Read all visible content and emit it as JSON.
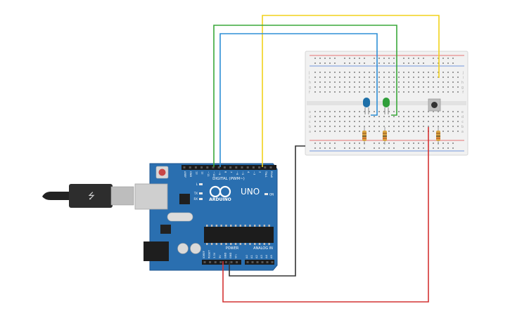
{
  "board": {
    "logo_text": "ARDUINO",
    "model": "UNO",
    "digital_header_label": "DIGITAL (PWM~)",
    "power_label": "POWER",
    "analog_label": "ANALOG IN",
    "led_labels": [
      "L",
      "TX",
      "RX"
    ],
    "on_label": "ON",
    "digital_pins": [
      "AREF",
      "GND",
      "13",
      "12",
      "~11",
      "~10",
      "~9",
      "8",
      "7",
      "~6",
      "~5",
      "4",
      "~3",
      "2",
      "TX▸1",
      "RX◂0"
    ],
    "power_pins": [
      "IOREF",
      "RESET",
      "3.3V",
      "5V",
      "GND",
      "GND",
      "Vin"
    ],
    "analog_pins": [
      "A0",
      "A1",
      "A2",
      "A3",
      "A4",
      "A5"
    ]
  },
  "breadboard": {
    "row_letters_top": [
      "j",
      "i",
      "h",
      "g",
      "f"
    ],
    "row_letters_bottom": [
      "e",
      "d",
      "c",
      "b",
      "a"
    ],
    "column_count": 30
  },
  "colors": {
    "board": "#2a6fb0",
    "board_edge": "#1d5590",
    "wire_yellow": "#f2d21b",
    "wire_green": "#3aa83a",
    "wire_blue": "#2f8fd6",
    "wire_black": "#333333",
    "wire_red": "#d43333",
    "led_blue": "#1d6fa8",
    "led_green": "#2f9e3a",
    "resistor": "#d9a441",
    "breadboard": "#f1f1f1",
    "rail_red": "#e04a4a",
    "rail_blue": "#4a7ad6"
  }
}
